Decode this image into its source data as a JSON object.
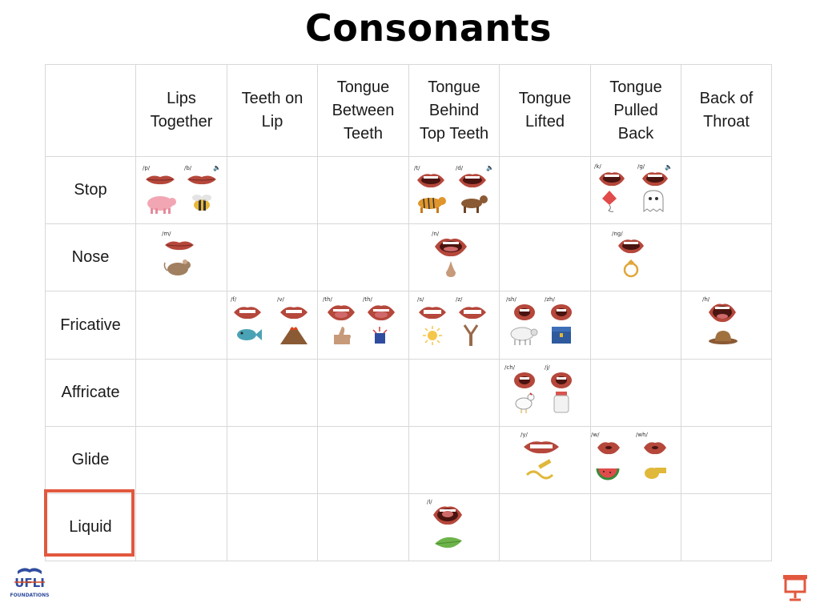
{
  "slide": {
    "title": "Consonants",
    "columns": [
      "Lips\nTogether",
      "Teeth on\nLip",
      "Tongue\nBetween\nTeeth",
      "Tongue\nBehind\nTop Teeth",
      "Tongue\nLifted",
      "Tongue\nPulled\nBack",
      "Back of\nThroat"
    ],
    "rows": [
      "Stop",
      "Nose",
      "Fricative",
      "Affricate",
      "Glide",
      "Liquid"
    ],
    "highlighted_row": "Liquid",
    "sounds": {
      "stop_lips": [
        "/p/",
        "/b/"
      ],
      "stop_behind": [
        "/t/",
        "/d/"
      ],
      "stop_pulled": [
        "/k/",
        "/g/"
      ],
      "nose_lips": "/m/",
      "nose_behind": "/n/",
      "nose_pulled": "/ng/",
      "fric_teeth": [
        "/f/",
        "/v/"
      ],
      "fric_between": [
        "/th/",
        "/th/"
      ],
      "fric_behind": [
        "/s/",
        "/z/"
      ],
      "fric_lifted": [
        "/sh/",
        "/zh/"
      ],
      "fric_throat": "/h/",
      "affr_lifted": [
        "/ch/",
        "/j/"
      ],
      "glide_lifted": "/y/",
      "glide_pulled": [
        "/w/",
        "/wh/"
      ],
      "liquid_behind": "/l/"
    },
    "colors": {
      "highlight": "#e2583e",
      "grid": "#d8d8d8",
      "lips": "#b5473b"
    }
  },
  "branding": {
    "logo_text_top": "UFLI",
    "logo_text_bottom": "FOUNDATIONS"
  },
  "icons": {
    "speaker": "speaker-icon",
    "present": "presentation-icon"
  }
}
